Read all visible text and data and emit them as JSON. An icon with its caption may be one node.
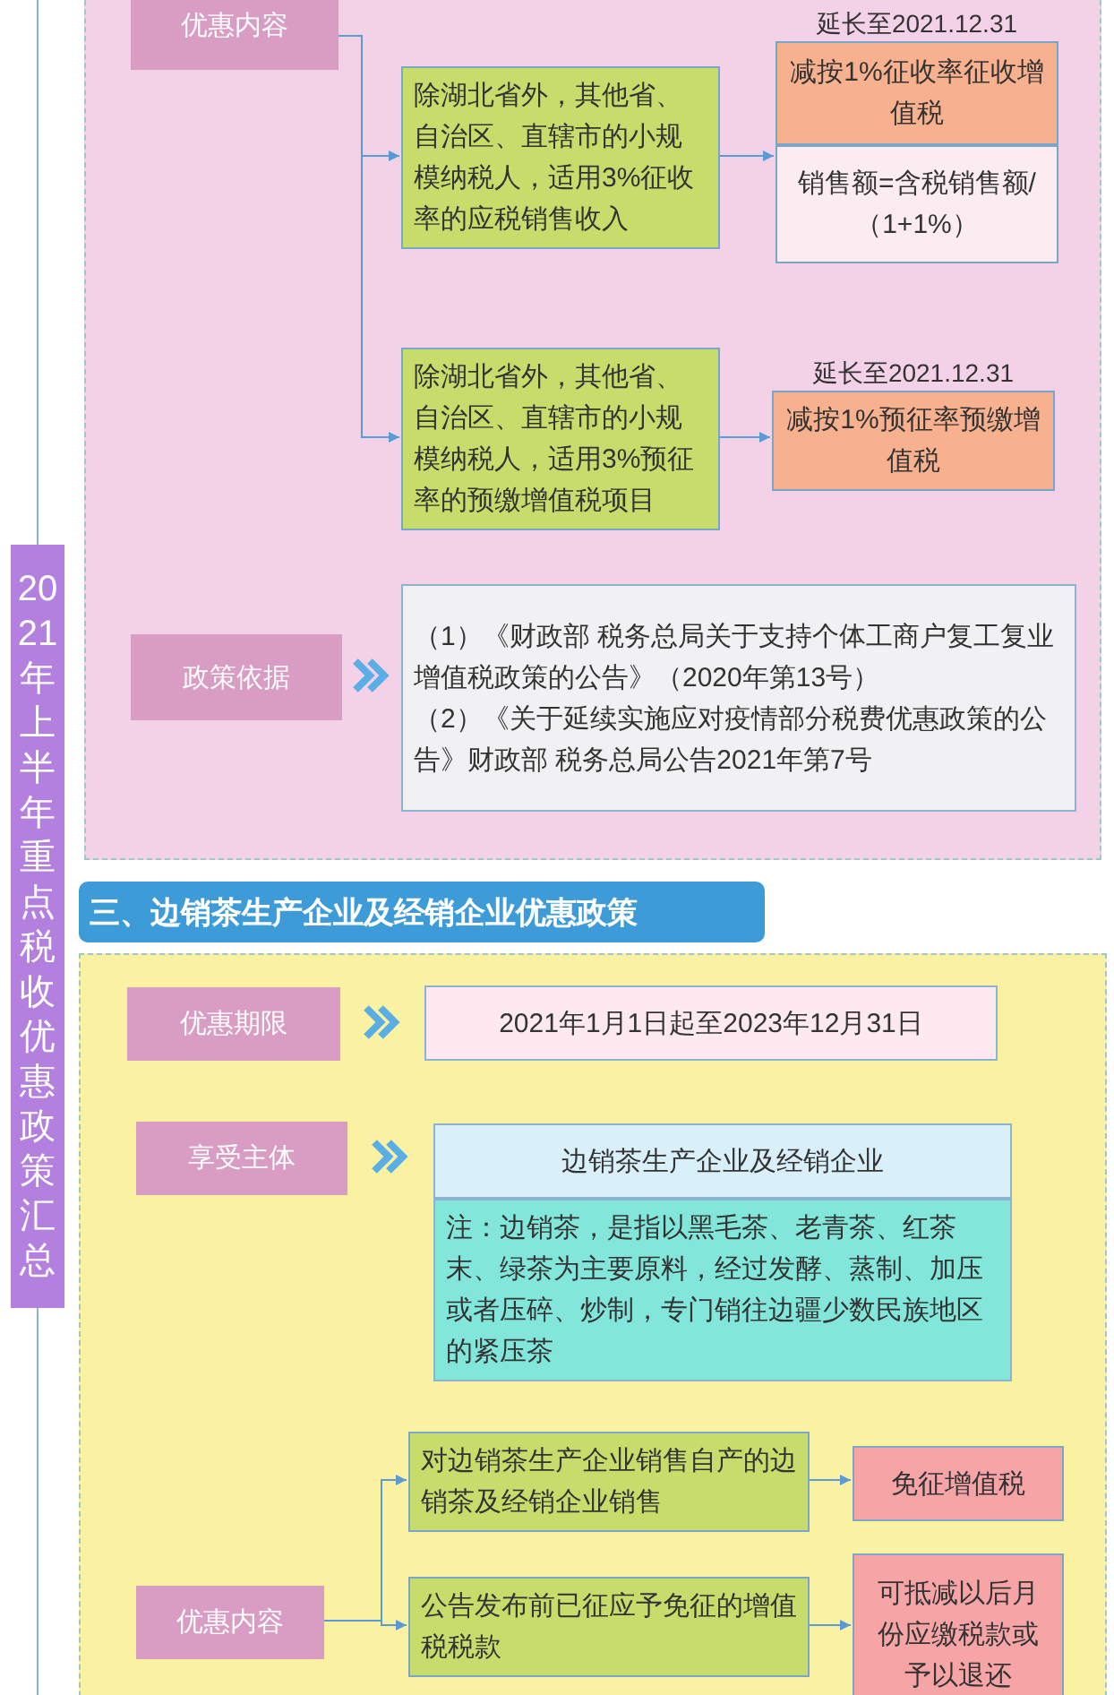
{
  "diagram": {
    "nodes": [
      {
        "text": [],
        "shape": "box"
      },
      {
        "text": [
          "优惠内容"
        ],
        "in": 0
      },
      {
        "text": [
          "除湖北省外，其他省、自治区、直辖市的小规模纳税人，适用3%征收率的应税销售收入"
        ],
        "in": 0
      },
      {
        "text": [
          "减按1%征收率征收增值税"
        ],
        "beside": [
          "延长至2021.12.31"
        ],
        "in": 0
      },
      {
        "text": [
          "销售额=含税销售额/（1+1%）"
        ],
        "in": 0
      },
      {
        "text": [
          "除湖北省外，其他省、自治区、直辖市的小规模纳税人，适用3%预征率的预缴增值税项目"
        ],
        "in": 0
      },
      {
        "text": [
          "减按1%预征率预缴增值税"
        ],
        "beside": [
          "延长至2021.12.31"
        ],
        "in": 0
      },
      {
        "text": [
          "政策依据"
        ],
        "in": 0
      },
      {
        "text": [
          "（1）《财政部 税务总局关于支持个体工商户复工复业增值税政策的公告》（2020年第13号）",
          "（2）《关于延续实施应对疫情部分税费优惠政策的公告》财政部 税务总局公告2021年第7号"
        ],
        "in": 0
      },
      {
        "text": [
          "三、边销茶生产企业及经销企业优惠政策"
        ]
      },
      {
        "text": [],
        "shape": "box"
      },
      {
        "text": [
          "优惠期限"
        ],
        "in": 10
      },
      {
        "text": [
          "2021年1月1日起至2023年12月31日"
        ],
        "in": 10
      },
      {
        "text": [
          "享受主体"
        ],
        "in": 10
      },
      {
        "text": [
          "边销茶生产企业及经销企业"
        ],
        "in": 10
      },
      {
        "text": [
          "注：边销茶，是指以黑毛茶、老青茶、红茶末、绿茶为主要原料，经过发酵、蒸制、加压或者压碎、炒制，专门销往边疆少数民族地区的紧压茶"
        ],
        "in": 10
      },
      {
        "text": [
          "对边销茶生产企业销售自产的边销茶及经销企业销售"
        ],
        "in": 10
      },
      {
        "text": [
          "免征增值税"
        ],
        "in": 10
      },
      {
        "text": [
          "优惠内容"
        ],
        "in": 10
      },
      {
        "text": [
          "公告发布前已征应予免征的增值税税款"
        ],
        "in": 10
      },
      {
        "text": [
          "可抵减以后月份应缴税款或予以退还"
        ],
        "in": 10
      },
      {
        "text": [
          "2021年上半年重点税收优惠政策汇总"
        ]
      }
    ],
    "edges": [
      {
        "from": 1,
        "to": 2,
        "arrow": "to"
      },
      {
        "from": 1,
        "to": 5,
        "arrow": "to"
      },
      {
        "from": 2,
        "to": 3,
        "arrow": "to"
      },
      {
        "from": 5,
        "to": 6,
        "arrow": "to"
      },
      {
        "from": 7,
        "to": 8,
        "arrow": "to",
        "style": "thick"
      },
      {
        "from": 11,
        "to": 12,
        "arrow": "to",
        "style": "thick"
      },
      {
        "from": 13,
        "to": 14,
        "arrow": "to",
        "style": "thick"
      },
      {
        "from": 18,
        "to": 16,
        "arrow": "to"
      },
      {
        "from": 18,
        "to": 19,
        "arrow": "to"
      },
      {
        "from": 16,
        "to": 17,
        "arrow": "to"
      },
      {
        "from": 19,
        "to": 20,
        "arrow": "to"
      }
    ]
  }
}
